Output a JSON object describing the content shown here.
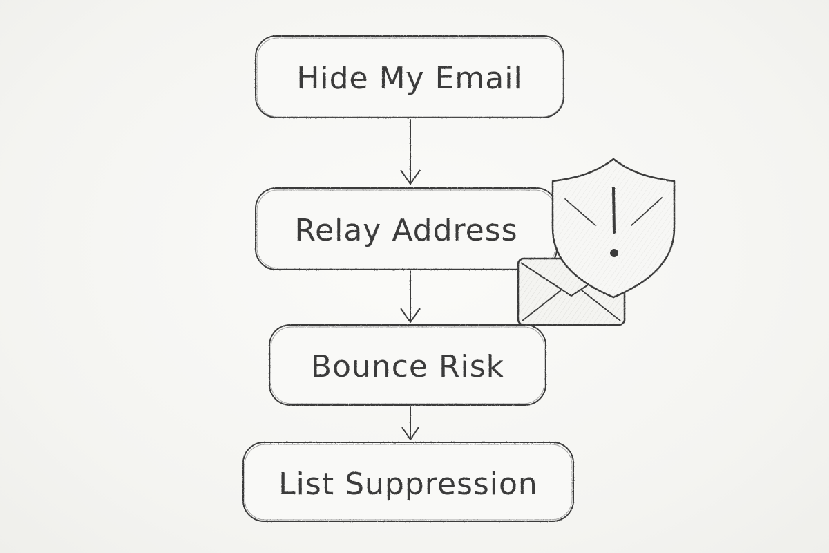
{
  "diagram": {
    "type": "flowchart",
    "nodes": [
      {
        "id": "n1",
        "label": "Hide My Email"
      },
      {
        "id": "n2",
        "label": "Relay Address"
      },
      {
        "id": "n3",
        "label": "Bounce Risk"
      },
      {
        "id": "n4",
        "label": "List Suppression"
      }
    ],
    "edges": [
      {
        "from": "n1",
        "to": "n2"
      },
      {
        "from": "n2",
        "to": "n3"
      },
      {
        "from": "n3",
        "to": "n4"
      }
    ],
    "icons": [
      "shield-warning-icon",
      "envelope-icon"
    ],
    "colors": {
      "ink": "#3a3a3a",
      "background": "#f6f6f3",
      "box_fill": "#f9f9f7"
    }
  }
}
